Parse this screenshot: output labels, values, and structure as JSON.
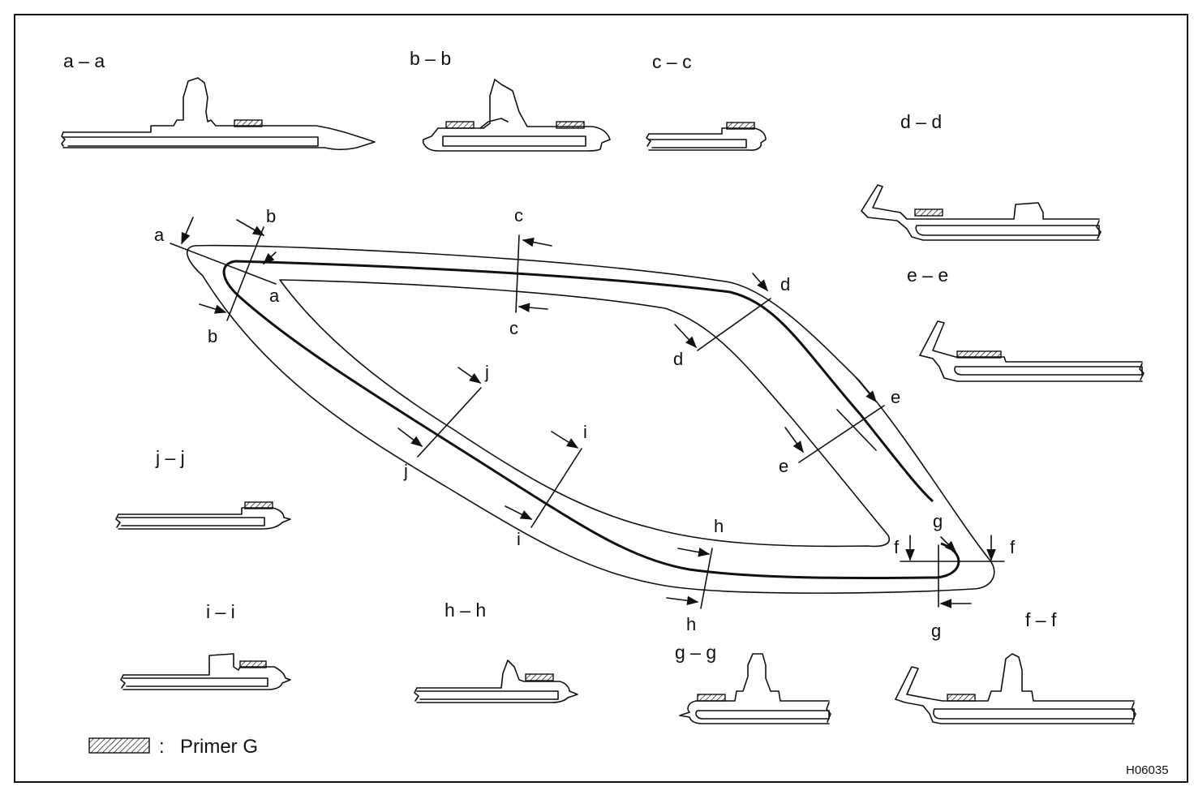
{
  "figure_code": "H06035",
  "legend": {
    "colon": ":",
    "label": "Primer G"
  },
  "sections": [
    {
      "key": "a",
      "title": "a – a"
    },
    {
      "key": "b",
      "title": "b – b"
    },
    {
      "key": "c",
      "title": "c – c"
    },
    {
      "key": "d",
      "title": "d – d"
    },
    {
      "key": "e",
      "title": "e – e"
    },
    {
      "key": "f",
      "title": "f – f"
    },
    {
      "key": "g",
      "title": "g – g"
    },
    {
      "key": "h",
      "title": "h – h"
    },
    {
      "key": "i",
      "title": "i – i"
    },
    {
      "key": "j",
      "title": "j – j"
    }
  ],
  "cut_labels": [
    "a",
    "a",
    "b",
    "b",
    "c",
    "c",
    "d",
    "d",
    "e",
    "e",
    "f",
    "f",
    "g",
    "g",
    "h",
    "h",
    "i",
    "i",
    "j",
    "j"
  ],
  "colors": {
    "ink": "#111111",
    "background": "#ffffff"
  }
}
